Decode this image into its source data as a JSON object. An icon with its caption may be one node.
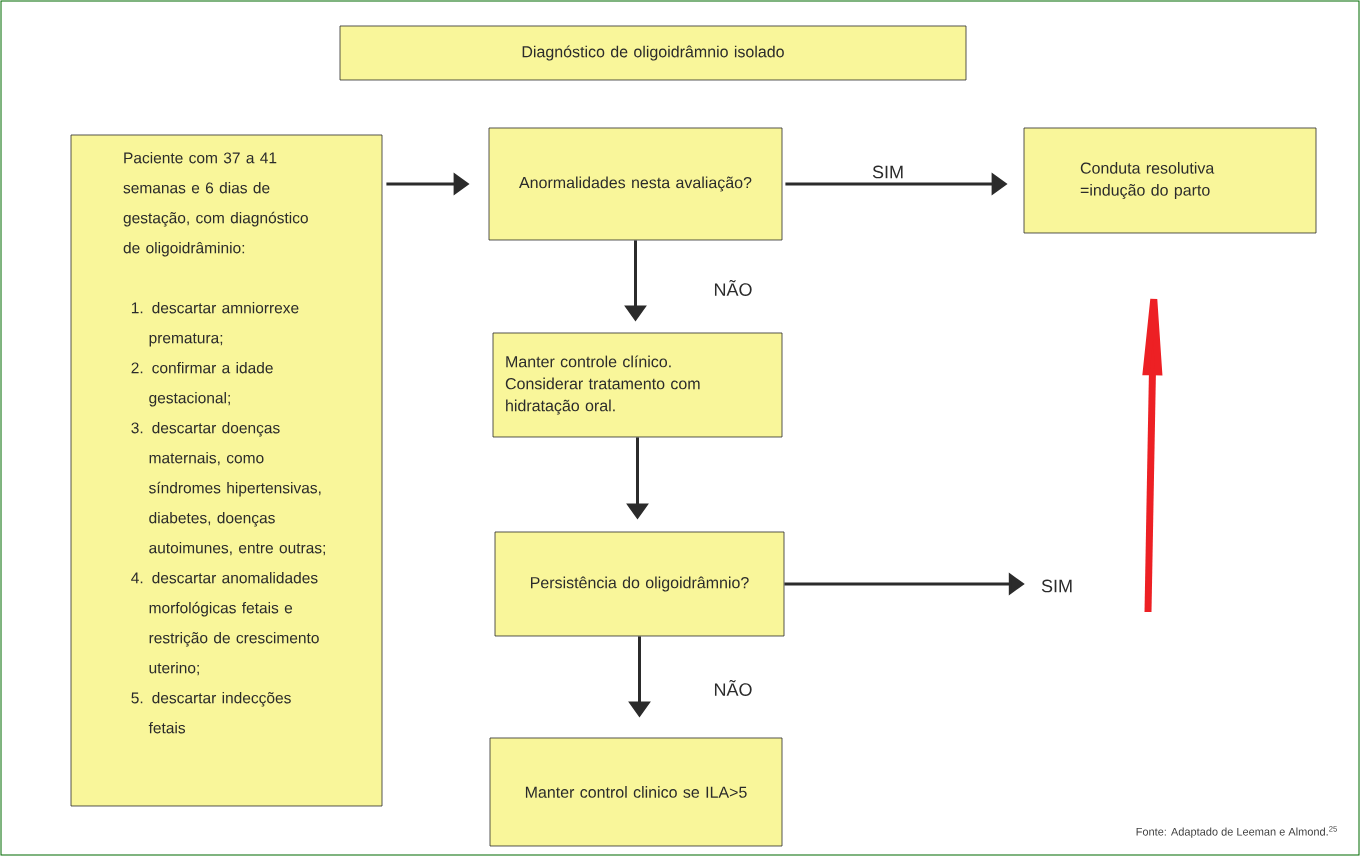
{
  "diagram": {
    "caption": "Fonte: Adaptado de Leeman e Almond.$^{25}$",
    "nodes": [
      {
        "text": [
          "Diagnóstico de oligoidrâmnio isolado"
        ]
      },
      {
        "text": [
          "Paciente com 37 a 41 semanas e 6 dias de gestação, com diagnóstico de oligoidrâminio:",
          "1. descartar amniorrexe prematura;",
          "2. confirmar a idade gestacional;",
          "3. descartar doenças maternais, como síndromes hipertensivas, diabetes, doenças autoimunes, entre outras;",
          "4. descartar anomalidades morfológicas fetais e restrição de crescimento uterino;",
          "5. descartar indecções fetais"
        ]
      },
      {
        "text": [
          "Anormalidades nesta avaliação?"
        ]
      },
      {
        "text": [
          "Conduta resolutiva =indução do parto"
        ]
      },
      {
        "text": [
          "Manter controle clínico. Considerar tratamento com hidratação oral."
        ]
      },
      {
        "text": [
          "Persistência do oligoidrâmnio?"
        ]
      },
      {
        "text": [
          "SIM"
        ]
      },
      {
        "text": [
          "Manter control clinico se ILA>5"
        ]
      }
    ],
    "edges": [
      {
        "from": 1,
        "to": 2,
        "arrow": "to"
      },
      {
        "from": 2,
        "to": 3,
        "arrow": "to",
        "label": "SIM"
      },
      {
        "from": 2,
        "to": 4,
        "arrow": "to",
        "label": "NÃO"
      },
      {
        "from": 4,
        "to": 5,
        "arrow": "to"
      },
      {
        "from": 5,
        "to": 6,
        "arrow": "to"
      },
      {
        "from": 5,
        "to": 7,
        "arrow": "to",
        "label": "NÃO"
      },
      {
        "from": null,
        "to": 3,
        "arrow": "to",
        "style": "thick",
        "color": "#ed2024"
      }
    ]
  }
}
